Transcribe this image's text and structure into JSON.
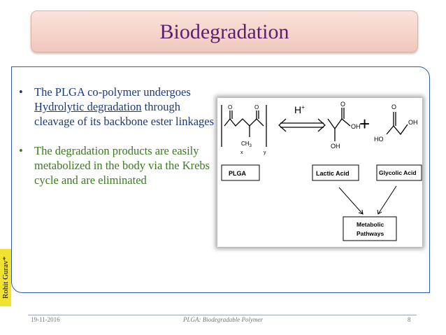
{
  "title": "Biodegradation",
  "bullets": {
    "b1_part1": "The PLGA co-polymer undergoes ",
    "b1_link1": "Hydrolytic degradation",
    "b1_part2": " through cleavage of its backbone ester linkages",
    "b2": "The degradation products are easily metabolized in the body via the Krebs cycle and are eliminated"
  },
  "diagram": {
    "plga": "PLGA",
    "lactic": "Lactic Acid",
    "glycolic": "Glycolic Acid",
    "metabolic_1": "Metabolic",
    "metabolic_2": "Pathways",
    "catalyst": "H",
    "catalyst_sup": "+",
    "plus": "+",
    "oh": "OH",
    "ho": "HO",
    "o": "O",
    "ch3": "CH",
    "ch3_sub": "3",
    "x": "x",
    "y": "y"
  },
  "side_label": "Rohit Gurav*",
  "footer": {
    "date": "19-11-2016",
    "title": "PLGA: Biodegradable Polymer",
    "page": "8"
  },
  "colors": {
    "title": "#5b1f6e",
    "bullet1": "#1b3a7a",
    "bullet2": "#3a7a20",
    "border": "#2d5bb0"
  }
}
